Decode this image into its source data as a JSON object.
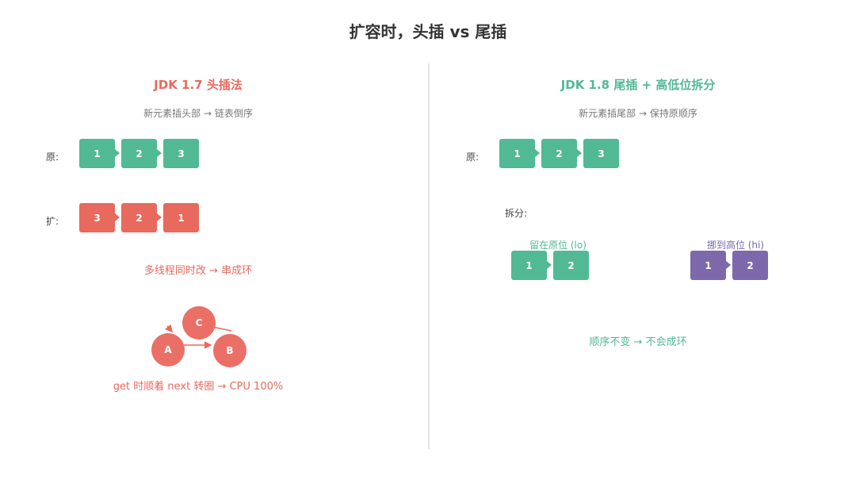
{
  "title": "扩容时，头插 vs 尾插",
  "colors": {
    "green": "#52b995",
    "red": "#e8695d",
    "purple": "#7c68ab",
    "divider": "#e4e4e4"
  },
  "left": {
    "heading": "JDK 1.7 头插法",
    "subtitle": "新元素插头部 → 链表倒序",
    "original_label": "原:",
    "original_nodes": [
      "1",
      "2",
      "3"
    ],
    "resized_label": "扩:",
    "resized_nodes": [
      "3",
      "2",
      "1"
    ],
    "warning": "多线程同时改 → 串成环",
    "cycle": {
      "nodes": [
        "C",
        "A",
        "B"
      ]
    },
    "caption": "get 时顺着 next 转圈 → CPU 100%"
  },
  "right": {
    "heading": "JDK 1.8 尾插 + 高低位拆分",
    "subtitle": "新元素插尾部 → 保持原顺序",
    "original_label": "原:",
    "original_nodes": [
      "1",
      "2",
      "3"
    ],
    "split_label": "拆分:",
    "low": {
      "label": "留在原位 (lo)",
      "nodes": [
        "1",
        "2"
      ]
    },
    "high": {
      "label": "挪到高位 (hi)",
      "nodes": [
        "1",
        "2"
      ]
    },
    "conclusion": "顺序不变 → 不会成环"
  }
}
